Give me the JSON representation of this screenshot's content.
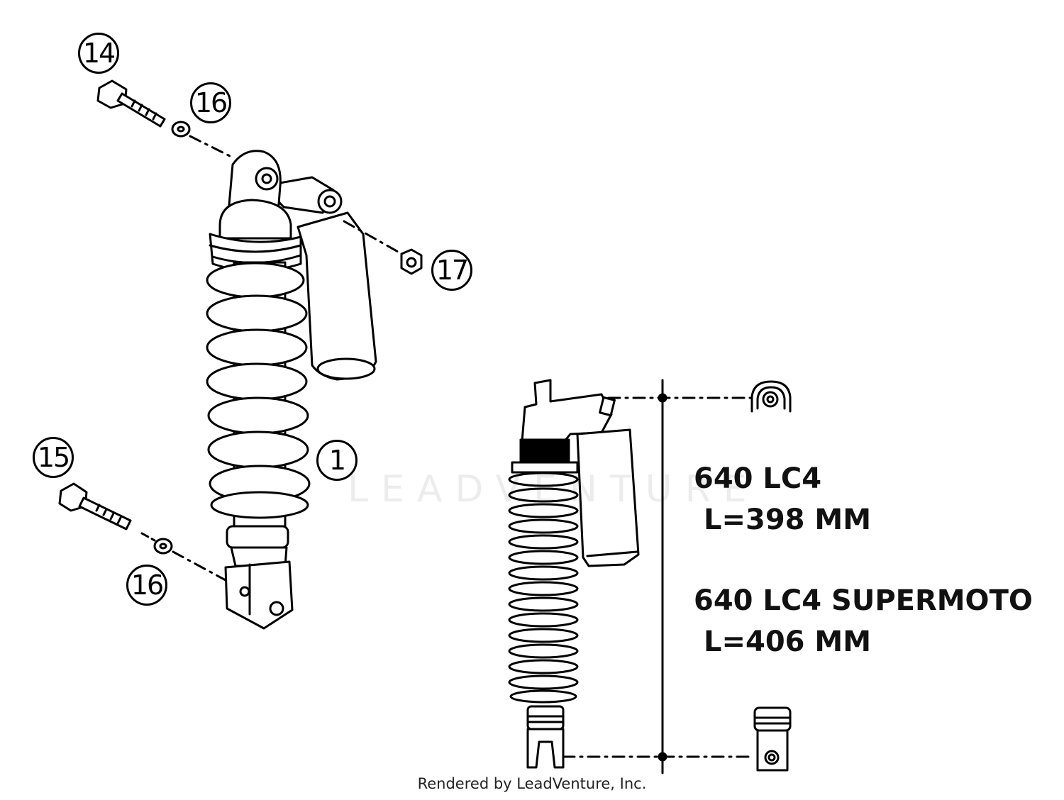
{
  "callouts": {
    "c14": "14",
    "c16a": "16",
    "c17": "17",
    "c1": "1",
    "c15": "15",
    "c16b": "16"
  },
  "specs": {
    "model1": "640  LC4",
    "length1": "L=398 MM",
    "model2": "640 LC4 SUPERMOTO",
    "length2": "L=406 MM"
  },
  "watermark": "LEADVENTURE",
  "footer": "Rendered by LeadVenture, Inc.",
  "colors": {
    "line": "#000000",
    "background": "#ffffff"
  }
}
